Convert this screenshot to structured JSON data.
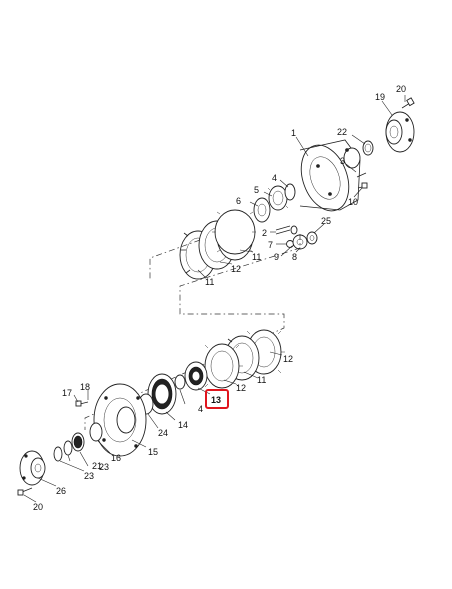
{
  "diagram": {
    "highlight_color": "#e0161e",
    "callouts": [
      {
        "id": "c20a",
        "text": "20"
      },
      {
        "id": "c19",
        "text": "19"
      },
      {
        "id": "c1",
        "text": "1"
      },
      {
        "id": "c22",
        "text": "22"
      },
      {
        "id": "c3",
        "text": "3"
      },
      {
        "id": "c4a",
        "text": "4"
      },
      {
        "id": "c5",
        "text": "5"
      },
      {
        "id": "c6",
        "text": "6"
      },
      {
        "id": "c10",
        "text": "10"
      },
      {
        "id": "c25",
        "text": "25"
      },
      {
        "id": "c2",
        "text": "2"
      },
      {
        "id": "c7",
        "text": "7"
      },
      {
        "id": "c9",
        "text": "9"
      },
      {
        "id": "c8",
        "text": "8"
      },
      {
        "id": "c11a",
        "text": "11"
      },
      {
        "id": "c12a",
        "text": "12"
      },
      {
        "id": "c11b",
        "text": "11"
      },
      {
        "id": "c12b",
        "text": "12"
      },
      {
        "id": "c11c",
        "text": "11"
      },
      {
        "id": "c12c",
        "text": "12"
      },
      {
        "id": "c13",
        "text": "13"
      },
      {
        "id": "c4b",
        "text": "4"
      },
      {
        "id": "c14",
        "text": "14"
      },
      {
        "id": "c24",
        "text": "24"
      },
      {
        "id": "c15",
        "text": "15"
      },
      {
        "id": "c17",
        "text": "17"
      },
      {
        "id": "c18",
        "text": "18"
      },
      {
        "id": "c16",
        "text": "16"
      },
      {
        "id": "c23a",
        "text": "23"
      },
      {
        "id": "c21",
        "text": "21"
      },
      {
        "id": "c23b",
        "text": "23"
      },
      {
        "id": "c26",
        "text": "26"
      },
      {
        "id": "c20b",
        "text": "20"
      }
    ]
  }
}
